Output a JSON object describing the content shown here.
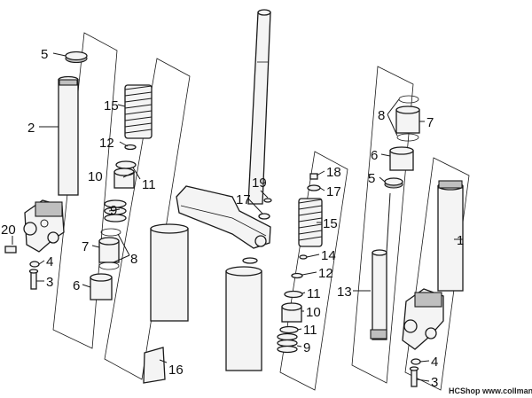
{
  "labels": {
    "1": "1",
    "2": "2",
    "3": "3",
    "4": "4",
    "5": "5",
    "6": "6",
    "7": "7",
    "8": "8",
    "9": "9",
    "10": "10",
    "11": "11",
    "12": "12",
    "13": "13",
    "14": "14",
    "15": "15",
    "16": "16",
    "17": "17",
    "18": "18",
    "19": "19",
    "20": "20"
  },
  "credit": "HCShop www.collmann.eu"
}
